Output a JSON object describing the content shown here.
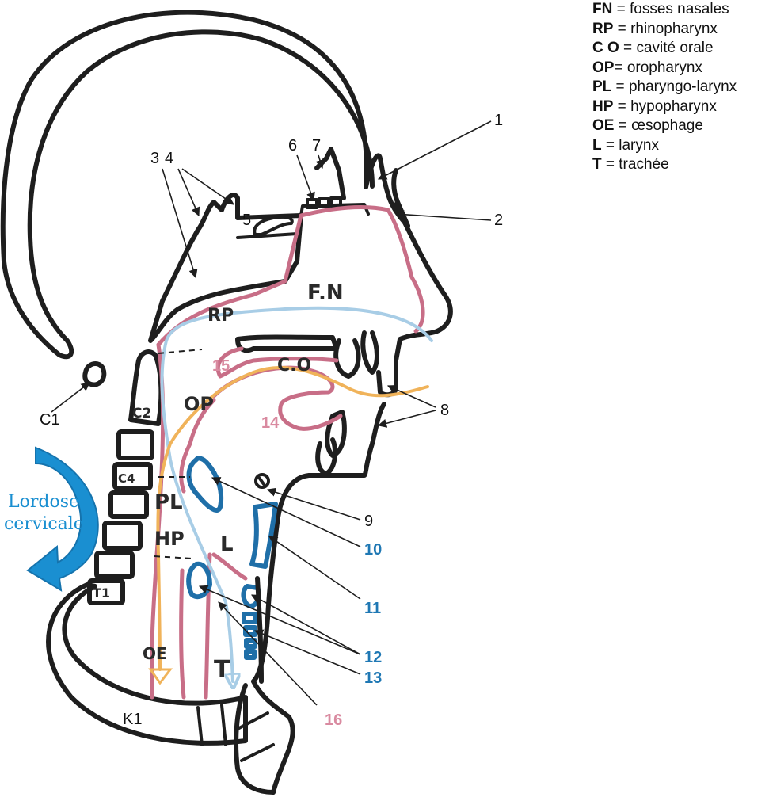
{
  "legend": [
    {
      "abbr": "FN",
      "sep": " = ",
      "text": "fosses nasales"
    },
    {
      "abbr": "RP",
      "sep": " = ",
      "text": "rhinopharynx"
    },
    {
      "abbr": "C O",
      "sep": " = ",
      "text": "cavité orale"
    },
    {
      "abbr": "OP",
      "sep": "= ",
      "text": "oropharynx"
    },
    {
      "abbr": "PL",
      "sep": " = ",
      "text": "pharyngo-larynx"
    },
    {
      "abbr": "HP",
      "sep": " = ",
      "text": "hypopharynx"
    },
    {
      "abbr": "OE",
      "sep": " = ",
      "text": "œsophage"
    },
    {
      "abbr": "L",
      "sep": " = ",
      "text": "larynx"
    },
    {
      "abbr": "T",
      "sep": " = ",
      "text": "trachée"
    }
  ],
  "region_labels": {
    "fn": "F.N",
    "rp": "RP",
    "co": "C.O",
    "op": "OP",
    "pl": "PL",
    "hp": "HP",
    "l": "L",
    "oe": "OE",
    "t": "T",
    "c2": "C2",
    "c4": "C4",
    "t1": "T1"
  },
  "side_labels": {
    "c1": "C1",
    "k1": "K1"
  },
  "callouts": {
    "n1": "1",
    "n2": "2",
    "n3": "3",
    "n4": "4",
    "n5": "5",
    "n6": "6",
    "n7": "7",
    "n8": "8",
    "n9": "9",
    "n10": "10",
    "n11": "11",
    "n12": "12",
    "n13": "13",
    "n14": "14",
    "n15": "15",
    "n16": "16"
  },
  "lordose": {
    "line1": "Lordose",
    "line2": "cervicale"
  },
  "colors": {
    "outline": "#1e1e1e",
    "mucosa_pink": "#c86e87",
    "airway_light_blue": "#a8cde6",
    "food_orange": "#f0b35a",
    "cartilage_blue": "#1f6fa8",
    "lordose_blue": "#1a8fd1",
    "label_pink": "#d98aa0",
    "label_blue": "#1f78b4"
  }
}
